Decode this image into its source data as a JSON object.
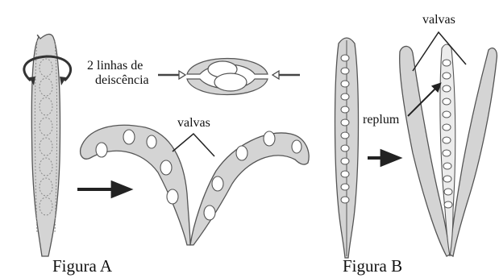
{
  "figure_a": {
    "label_dehiscence_line1": "2 linhas de",
    "label_dehiscence_line2": "deiscência",
    "label_valves": "valvas",
    "caption": "Figura A"
  },
  "figure_b": {
    "label_valves": "valvas",
    "label_replum": "replum",
    "caption": "Figura B"
  },
  "colors": {
    "fill": "#d4d4d4",
    "stroke": "#555555",
    "dashed": "#8a8a8a",
    "seed": "#ffffff",
    "text": "#111111"
  }
}
